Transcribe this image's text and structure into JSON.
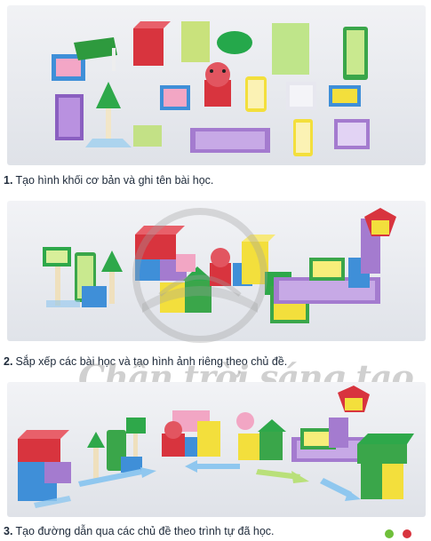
{
  "steps": [
    {
      "number": "1.",
      "text": "Tạo hình khối cơ bản và ghi tên bài học."
    },
    {
      "number": "2.",
      "text": "Sắp xếp các bài học và tạo hình ảnh riêng theo chủ đề."
    },
    {
      "number": "3.",
      "text": "Tạo đường dẫn qua các chủ đề theo trình tự đã học."
    }
  ],
  "watermark": "Chân trời sáng tạo",
  "colors": {
    "panel_bg": "#eef0f3",
    "caption_text": "#1e2a3a",
    "blue": "#3f8fd8",
    "green": "#3fb34a",
    "yellow": "#f3df3c",
    "red": "#d83a45",
    "purple": "#9b6fc6",
    "pink": "#f2a6c4",
    "lightgreen": "#b9e07a"
  },
  "icons": [
    "boxes-panel-image",
    "arranged-theme-image",
    "path-theme-image",
    "book-logo-icon",
    "leaf-icon"
  ]
}
